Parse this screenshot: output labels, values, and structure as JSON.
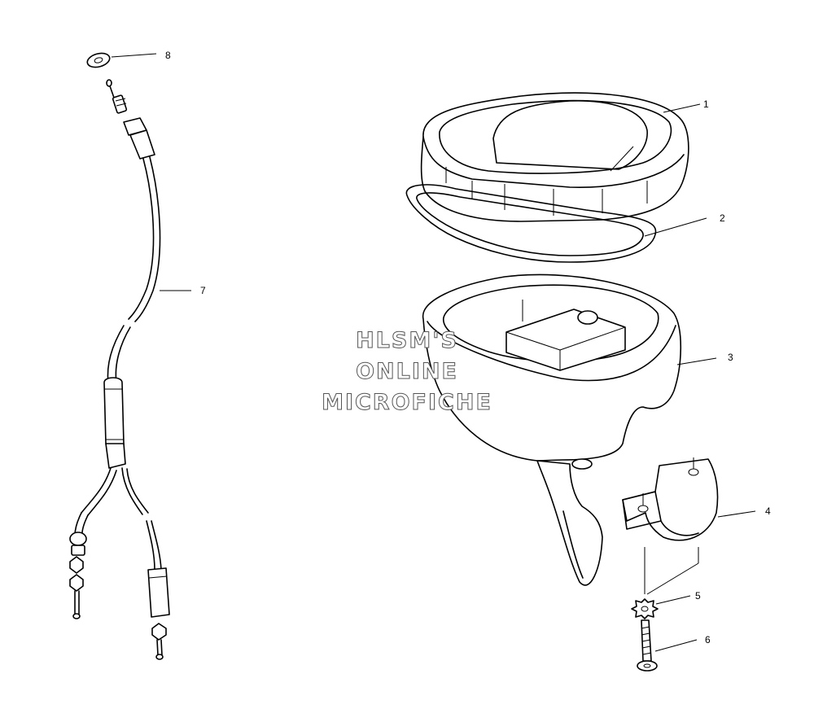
{
  "diagram": {
    "callouts": [
      "1",
      "2",
      "3",
      "4",
      "5",
      "6",
      "7",
      "8"
    ],
    "watermark": [
      "HLSM'S",
      "ONLINE",
      "MICROFICHE"
    ]
  }
}
